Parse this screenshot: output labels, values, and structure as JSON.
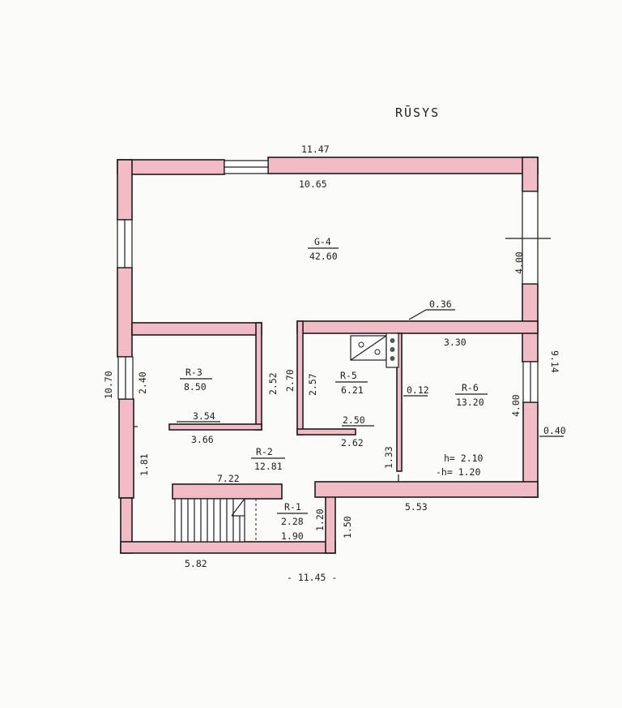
{
  "title": "RŪSYS",
  "colors": {
    "wall_fill": "#f2bcc6",
    "ink": "#1c1c1c",
    "paper": "#fbfbf9"
  },
  "rooms": [
    {
      "id": "G-4",
      "code": "G-4",
      "area": "42.60"
    },
    {
      "id": "R-3",
      "code": "R-3",
      "area": "8.50"
    },
    {
      "id": "R-5",
      "code": "R-5",
      "area": "6.21"
    },
    {
      "id": "R-6",
      "code": "R-6",
      "area": "13.20"
    },
    {
      "id": "R-2",
      "code": "R-2",
      "area": "12.81"
    },
    {
      "id": "R-1",
      "code": "R-1",
      "area": "2.28"
    }
  ],
  "dimensions": {
    "top_outer": "11.47",
    "top_inner": "10.65",
    "right_window_height": "4.00",
    "partition_thickness": "0.36",
    "r6_width": "3.30",
    "right_overall": "9.14",
    "left_overall": "10.70",
    "r3_height": "2.40",
    "r3_right_wall": "2.52",
    "corridor_height": "2.70",
    "r5_height": "2.57",
    "r6_height": "4.00",
    "r5_partition": "0.12",
    "right_wall_thickness": "0.40",
    "r3_width_inner": "3.54",
    "r3_width_outer": "3.66",
    "r5_width_inner": "2.50",
    "r5_width_outer": "2.62",
    "left_lower": "1.81",
    "middle_height": "1.33",
    "stair_wall": "7.22",
    "bottom_right": "5.53",
    "r1_width": "1.90",
    "r1_height": "1.20",
    "r1_outer": "1.50",
    "bottom_left": "5.82",
    "bottom_overall": "- 11.45 -"
  },
  "heights": {
    "h": "h= 2.10",
    "neg_h": "-h= 1.20"
  }
}
